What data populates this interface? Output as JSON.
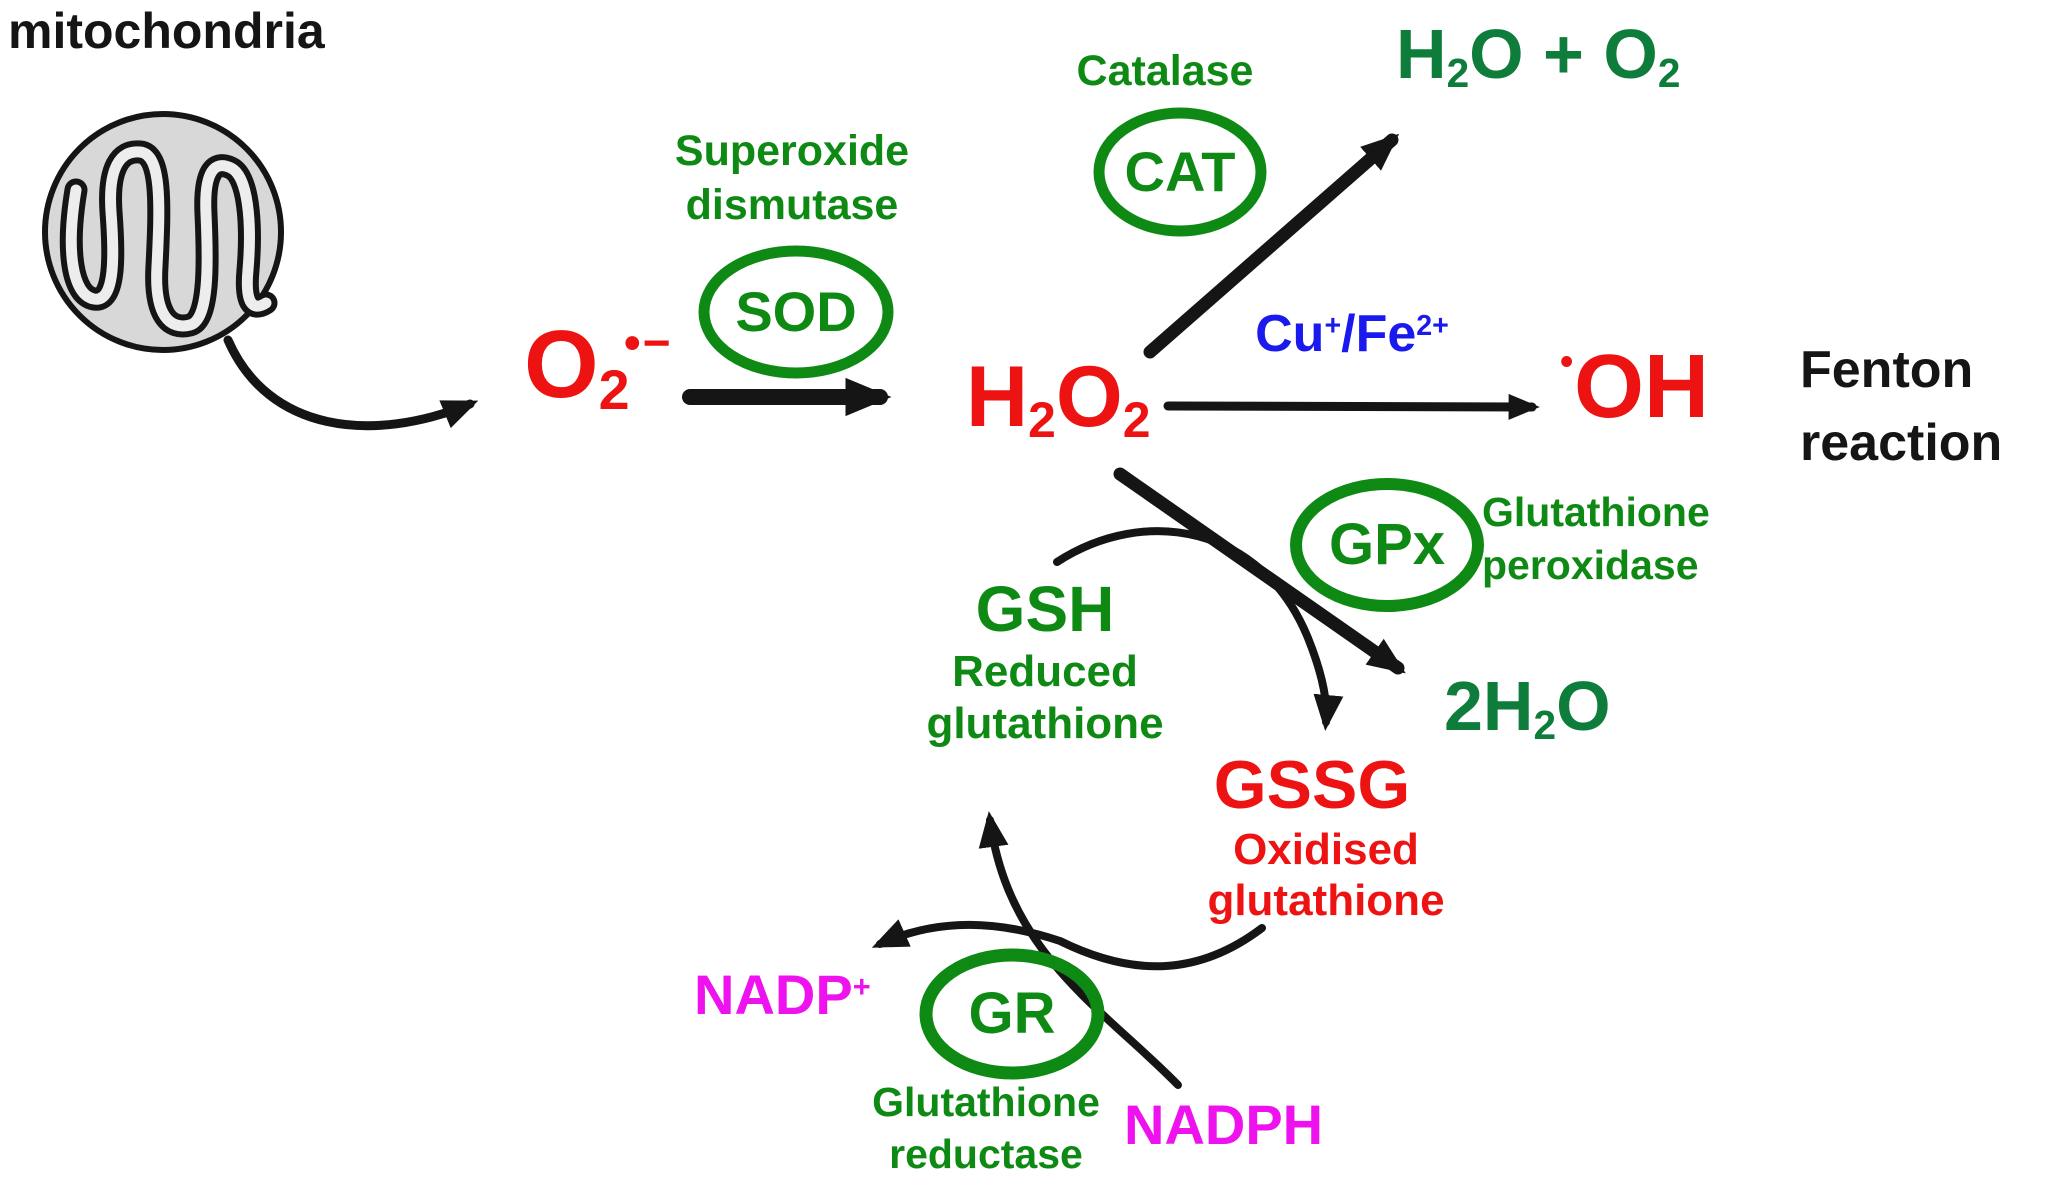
{
  "colors": {
    "red": "#ee1313",
    "green": "#0e8a14",
    "dark_green": "#0e7c3a",
    "blue": "#1a1aee",
    "magenta": "#ee13ee",
    "ink": "#151515",
    "mito_fill": "#d8d8d8",
    "mito_inner": "#ededed"
  },
  "mitochondria": {
    "label": "mitochondria"
  },
  "species": {
    "superoxide": {
      "html": "O<sub>2</sub><sup>•−</sup>"
    },
    "hydrogen_peroxide": {
      "html": "H<sub>2</sub>O<sub>2</sub>"
    },
    "water_plus_oxygen": {
      "html": "H<sub>2</sub>O + O<sub>2</sub>"
    },
    "hydroxyl_radical": {
      "html": "<sup>•</sup>OH"
    },
    "two_water": {
      "html": "2H<sub>2</sub>O"
    },
    "gsh": {
      "abbr": "GSH",
      "line1": "Reduced",
      "line2": "glutathione"
    },
    "gssg": {
      "abbr": "GSSG",
      "line1": "Oxidised",
      "line2": "glutathione"
    },
    "nadp": {
      "html": "NADP<sup>+</sup>"
    },
    "nadph": {
      "label": "NADPH"
    }
  },
  "enzymes": {
    "sod": {
      "abbr": "SOD",
      "line1": "Superoxide",
      "line2": "dismutase"
    },
    "cat": {
      "abbr": "CAT",
      "line1": "Catalase"
    },
    "gpx": {
      "abbr": "GPx",
      "line1": "Glutathione",
      "line2": "peroxidase"
    },
    "gr": {
      "abbr": "GR",
      "line1": "Glutathione",
      "line2": "reductase"
    }
  },
  "annotations": {
    "catalyst": {
      "html": "Cu<sup>+</sup>/Fe<sup>2+</sup>"
    },
    "fenton": {
      "line1": "Fenton",
      "line2": "reaction"
    }
  }
}
